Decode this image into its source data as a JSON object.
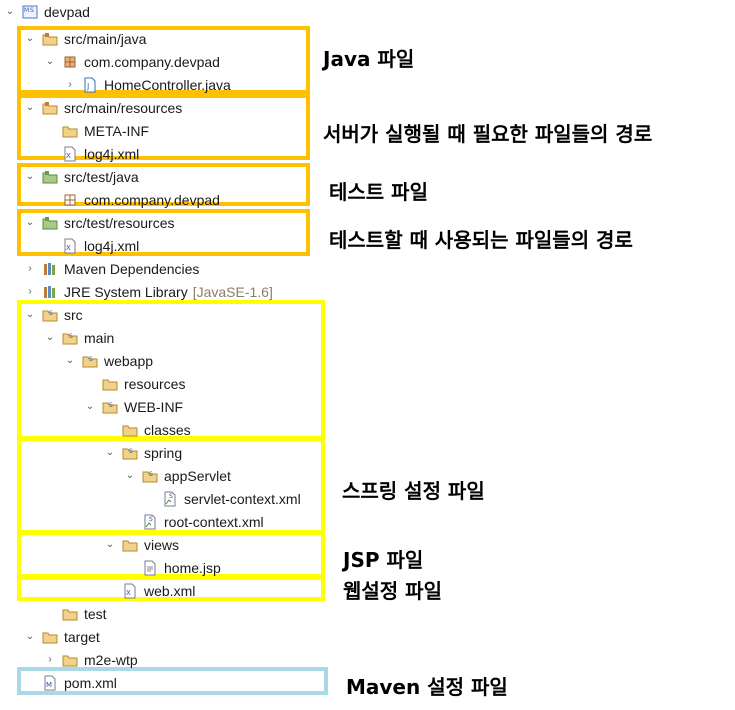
{
  "tree": {
    "project": "devpad",
    "src_main_java": "src/main/java",
    "pkg_main": "com.company.devpad",
    "home_controller": "HomeController.java",
    "src_main_resources": "src/main/resources",
    "meta_inf": "META-INF",
    "log4j_main": "log4j.xml",
    "src_test_java": "src/test/java",
    "pkg_test": "com.company.devpad",
    "src_test_resources": "src/test/resources",
    "log4j_test": "log4j.xml",
    "maven_deps": "Maven Dependencies",
    "jre_lib": "JRE System Library",
    "jre_version": "[JavaSE-1.6]",
    "src": "src",
    "main": "main",
    "webapp": "webapp",
    "resources": "resources",
    "web_inf": "WEB-INF",
    "classes": "classes",
    "spring": "spring",
    "app_servlet": "appServlet",
    "servlet_context": "servlet-context.xml",
    "root_context": "root-context.xml",
    "views": "views",
    "home_jsp": "home.jsp",
    "web_xml": "web.xml",
    "test": "test",
    "target": "target",
    "m2e_wtp": "m2e-wtp",
    "pom": "pom.xml"
  },
  "annotations": {
    "java_files": "Java 파일",
    "server_resources": "서버가 실행될 때 필요한 파일들의 경로",
    "test_files": "테스트 파일",
    "test_resources": "테스트할 때 사용되는 파일들의 경로",
    "spring_config": "스프링 설정 파일",
    "jsp_files": "JSP 파일",
    "web_config": "웹설정 파일",
    "maven_config": "Maven 설정 파일"
  },
  "colors": {
    "orange_box": "#ffc000",
    "yellow_box": "#ffff00",
    "blue_box": "#a9d8e6"
  }
}
